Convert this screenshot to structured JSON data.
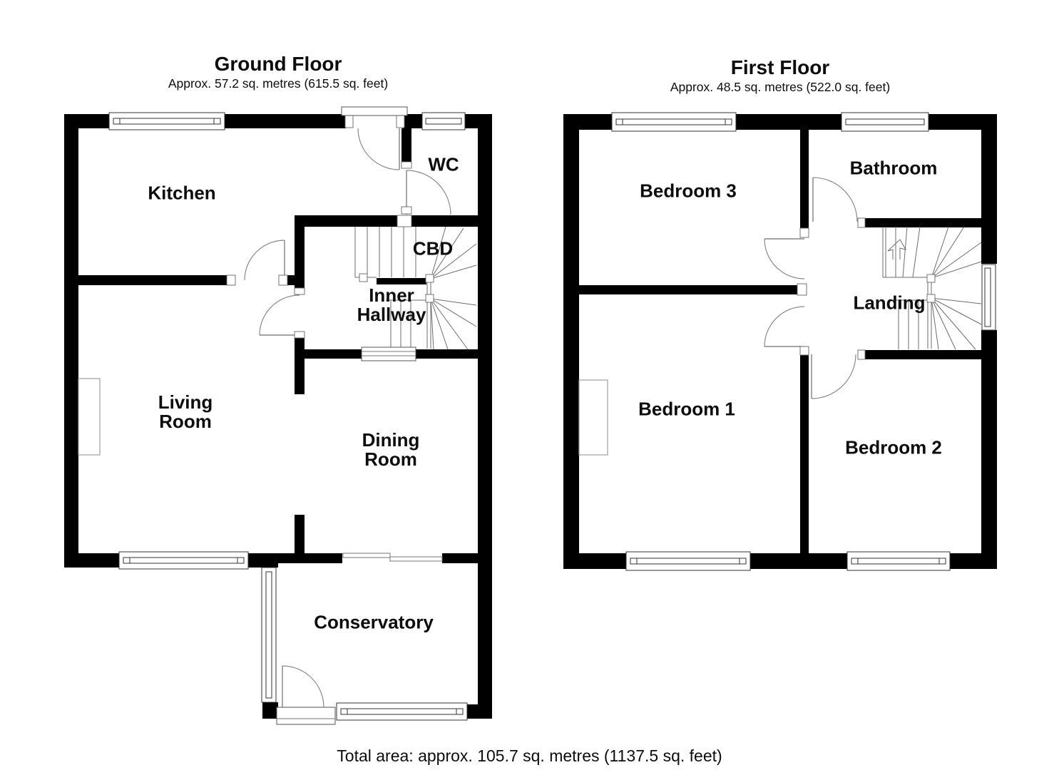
{
  "ground_floor": {
    "title": "Ground Floor",
    "subtitle": "Approx. 57.2 sq. metres (615.5 sq. feet)",
    "rooms": {
      "kitchen": "Kitchen",
      "wc": "WC",
      "cbd": "CBD",
      "inner_hallway": "Inner\nHallway",
      "living_room": "Living\nRoom",
      "dining_room": "Dining\nRoom",
      "conservatory": "Conservatory"
    }
  },
  "first_floor": {
    "title": "First Floor",
    "subtitle": "Approx. 48.5 sq. metres (522.0 sq. feet)",
    "rooms": {
      "bedroom3": "Bedroom 3",
      "bathroom": "Bathroom",
      "landing": "Landing",
      "bedroom1": "Bedroom 1",
      "bedroom2": "Bedroom 2"
    }
  },
  "footer": {
    "total_area": "Total area: approx. 105.7 sq. metres (1137.5 sq. feet)"
  }
}
